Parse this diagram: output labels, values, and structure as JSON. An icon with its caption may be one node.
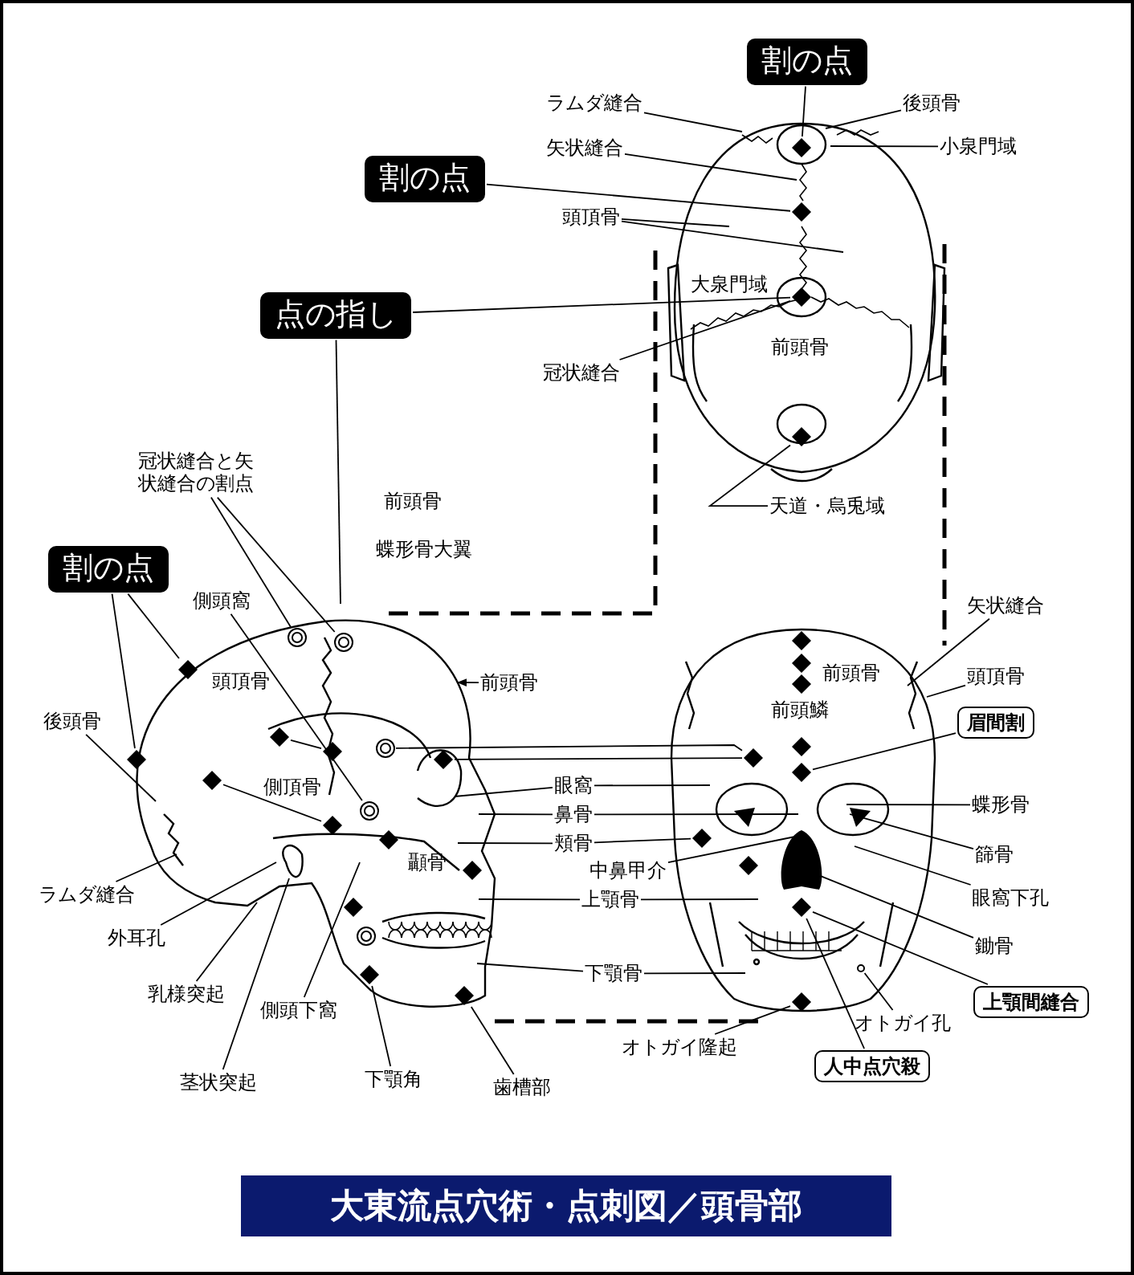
{
  "diagram": {
    "title": "大東流点穴術・点刺図／頭骨部",
    "nodes": [
      {
        "text": [
          "割の点"
        ]
      },
      {
        "text": [
          "ラムダ縫合"
        ]
      },
      {
        "text": [
          "後頭骨"
        ]
      },
      {
        "text": [
          "矢状縫合"
        ]
      },
      {
        "text": [
          "小泉門域"
        ]
      },
      {
        "text": [
          "割の点"
        ]
      },
      {
        "text": [
          "頭頂骨"
        ]
      },
      {
        "text": [
          "大泉門域"
        ]
      },
      {
        "text": [
          "点の指し"
        ]
      },
      {
        "text": [
          "前頭骨"
        ]
      },
      {
        "text": [
          "冠状縫合"
        ]
      },
      {
        "text": [
          "天道・烏兎域"
        ]
      },
      {
        "text": [
          "冠状縫合と矢状縫合の割点"
        ]
      },
      {
        "text": [
          "割の点"
        ]
      },
      {
        "text": [
          "側頭窩"
        ]
      },
      {
        "text": [
          "前頭骨"
        ]
      },
      {
        "text": [
          "後頭骨"
        ]
      },
      {
        "text": [
          "ラムダ縫合"
        ]
      },
      {
        "text": [
          "外耳孔"
        ]
      },
      {
        "text": [
          "乳様突起"
        ]
      },
      {
        "text": [
          "側頭下窩"
        ]
      },
      {
        "text": [
          "茎状突起"
        ]
      },
      {
        "text": [
          "下顎角"
        ]
      },
      {
        "text": [
          "歯槽部"
        ]
      },
      {
        "text": [
          "眼窩"
        ]
      },
      {
        "text": [
          "鼻骨"
        ]
      },
      {
        "text": [
          "頬骨"
        ]
      },
      {
        "text": [
          "中鼻甲介"
        ]
      },
      {
        "text": [
          "上顎骨"
        ]
      },
      {
        "text": [
          "下顎骨"
        ]
      },
      {
        "text": [
          "オトガイ隆起"
        ]
      },
      {
        "text": [
          "人中点穴殺"
        ]
      },
      {
        "text": [
          "矢状縫合"
        ]
      },
      {
        "text": [
          "頭頂骨"
        ]
      },
      {
        "text": [
          "眉間割"
        ]
      },
      {
        "text": [
          "蝶形骨"
        ]
      },
      {
        "text": [
          "篩骨"
        ]
      },
      {
        "text": [
          "眼窩下孔"
        ]
      },
      {
        "text": [
          "鋤骨"
        ]
      },
      {
        "text": [
          "上顎間縫合"
        ]
      },
      {
        "text": [
          "オトガイ孔"
        ]
      },
      {
        "text": [],
        "shape": "diamond"
      },
      {
        "text": [],
        "shape": "diamond"
      },
      {
        "text": [],
        "shape": "diamond"
      },
      {
        "text": [],
        "shape": "diamond"
      },
      {
        "text": [],
        "shape": "circle"
      },
      {
        "text": [],
        "shape": "circle"
      },
      {
        "text": [],
        "shape": "diamond"
      },
      {
        "text": [],
        "shape": "diamond"
      },
      {
        "text": [],
        "shape": "circle"
      },
      {
        "text": [],
        "shape": "diamond"
      },
      {
        "text": [],
        "shape": "diamond"
      },
      {
        "text": [],
        "shape": "diamond"
      },
      {
        "text": [],
        "shape": "diamond"
      },
      {
        "text": [],
        "shape": "diamond"
      },
      {
        "text": [],
        "shape": "diamond"
      },
      {
        "text": [],
        "shape": "circle"
      },
      {
        "text": [],
        "shape": "diamond"
      },
      {
        "text": [],
        "shape": "diamond"
      },
      {
        "text": [],
        "shape": "diamond"
      },
      {
        "text": [],
        "shape": "diamond"
      },
      {
        "text": [],
        "shape": "circle"
      },
      {
        "text": [],
        "shape": "diamond"
      },
      {
        "text": [],
        "shape": "diamond"
      },
      {
        "text": [],
        "shape": "diamond"
      },
      {
        "text": [],
        "shape": "diamond"
      },
      {
        "text": [],
        "shape": "circle"
      },
      {
        "text": [],
        "shape": "diamond"
      },
      {
        "text": [],
        "shape": "diamond"
      },
      {
        "text": [],
        "shape": "diamond"
      },
      {
        "text": [],
        "shape": "diamond"
      },
      {
        "text": [],
        "shape": "diamond"
      },
      {
        "text": [],
        "shape": "diamond"
      }
    ],
    "edges": [
      {
        "from": 0,
        "to": 41,
        "arrow": "none"
      },
      {
        "from": 1,
        "to": null,
        "arrow": "none"
      },
      {
        "from": 2,
        "to": null,
        "arrow": "none"
      },
      {
        "from": 3,
        "to": null,
        "arrow": "none"
      },
      {
        "from": 4,
        "to": null,
        "arrow": "none"
      },
      {
        "from": 5,
        "to": 42,
        "arrow": "none"
      },
      {
        "from": 6,
        "to": null,
        "arrow": "none"
      },
      {
        "from": 6,
        "to": null,
        "arrow": "none"
      },
      {
        "from": 8,
        "to": 43,
        "arrow": "none"
      },
      {
        "from": 8,
        "to": null,
        "arrow": "none"
      },
      {
        "from": 10,
        "to": 43,
        "arrow": "none"
      },
      {
        "from": 11,
        "to": 44,
        "arrow": "none"
      },
      {
        "from": 12,
        "to": 45,
        "arrow": "none"
      },
      {
        "from": 12,
        "to": 46,
        "arrow": "none"
      },
      {
        "from": 13,
        "to": 47,
        "arrow": "none"
      },
      {
        "from": 13,
        "to": 48,
        "arrow": "none"
      },
      {
        "from": 14,
        "to": 49,
        "arrow": "none"
      },
      {
        "from": 15,
        "to": null,
        "arrow": "to"
      },
      {
        "from": 16,
        "to": null,
        "arrow": "none"
      },
      {
        "from": 17,
        "to": null,
        "arrow": "none"
      },
      {
        "from": 18,
        "to": null,
        "arrow": "none"
      },
      {
        "from": 19,
        "to": null,
        "arrow": "none"
      },
      {
        "from": 20,
        "to": null,
        "arrow": "none"
      },
      {
        "from": 21,
        "to": null,
        "arrow": "none"
      },
      {
        "from": 22,
        "to": 50,
        "arrow": "none"
      },
      {
        "from": 23,
        "to": 51,
        "arrow": "none"
      },
      {
        "from": 24,
        "to": null,
        "arrow": "none"
      },
      {
        "from": 24,
        "to": null,
        "arrow": "none"
      },
      {
        "from": 25,
        "to": null,
        "arrow": "none"
      },
      {
        "from": 25,
        "to": null,
        "arrow": "none"
      },
      {
        "from": 26,
        "to": null,
        "arrow": "none"
      },
      {
        "from": 26,
        "to": 52,
        "arrow": "none"
      },
      {
        "from": 27,
        "to": null,
        "arrow": "none"
      },
      {
        "from": 28,
        "to": null,
        "arrow": "none"
      },
      {
        "from": 28,
        "to": null,
        "arrow": "none"
      },
      {
        "from": 29,
        "to": null,
        "arrow": "none"
      },
      {
        "from": 29,
        "to": null,
        "arrow": "none"
      },
      {
        "from": 30,
        "to": 53,
        "arrow": "none"
      },
      {
        "from": 31,
        "to": 54,
        "arrow": "none"
      },
      {
        "from": 32,
        "to": null,
        "arrow": "none"
      },
      {
        "from": 33,
        "to": null,
        "arrow": "none"
      },
      {
        "from": 34,
        "to": 55,
        "arrow": "none"
      },
      {
        "from": 35,
        "to": null,
        "arrow": "none"
      },
      {
        "from": 36,
        "to": null,
        "arrow": "none"
      },
      {
        "from": 37,
        "to": null,
        "arrow": "none"
      },
      {
        "from": 38,
        "to": null,
        "arrow": "none"
      },
      {
        "from": 39,
        "to": 54,
        "arrow": "none"
      },
      {
        "from": 40,
        "to": 56,
        "arrow": "none"
      },
      {
        "from": 57,
        "to": 58,
        "arrow": "none"
      },
      {
        "from": 59,
        "to": 60,
        "arrow": "none"
      },
      {
        "from": 61,
        "to": 71,
        "arrow": "none"
      },
      {
        "from": 62,
        "to": 71,
        "arrow": "none"
      }
    ],
    "labels": [
      "前頭骨",
      "蝶形骨大翼",
      "頭頂骨",
      "前頭骨",
      "前頭鱗",
      "側頂骨",
      "顳骨"
    ]
  }
}
